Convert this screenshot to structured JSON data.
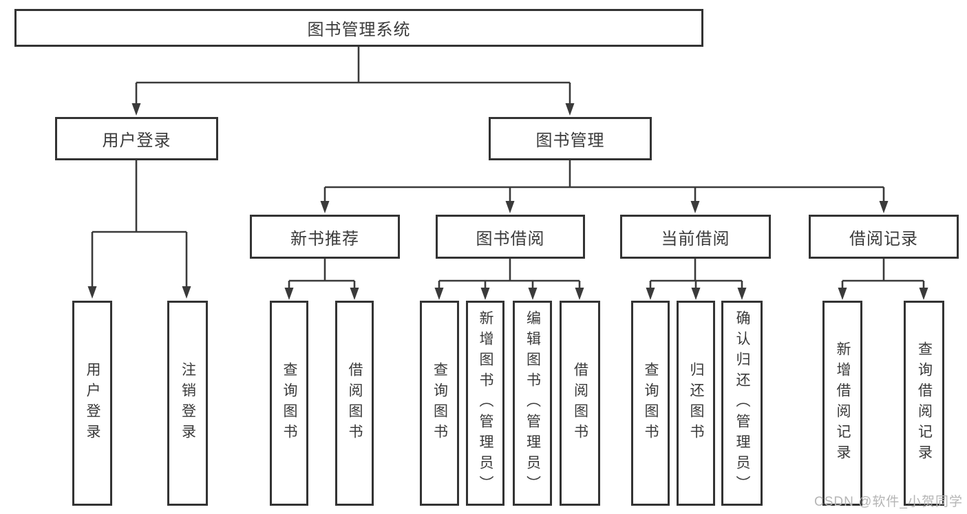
{
  "diagram": {
    "title": "图书管理系统",
    "level1": [
      {
        "label": "用户登录",
        "children": [
          {
            "label": "用户登录"
          },
          {
            "label": "注销登录"
          }
        ]
      },
      {
        "label": "图书管理",
        "children": [
          {
            "label": "新书推荐",
            "children": [
              {
                "label": "查询图书"
              },
              {
                "label": "借阅图书"
              }
            ]
          },
          {
            "label": "图书借阅",
            "children": [
              {
                "label": "查询图书"
              },
              {
                "label": "新增图书（管理员）"
              },
              {
                "label": "编辑图书（管理员）"
              },
              {
                "label": "借阅图书"
              }
            ]
          },
          {
            "label": "当前借阅",
            "children": [
              {
                "label": "查询图书"
              },
              {
                "label": "归还图书"
              },
              {
                "label": "确认归还（管理员）"
              }
            ]
          },
          {
            "label": "借阅记录",
            "children": [
              {
                "label": "新增借阅记录"
              },
              {
                "label": "查询借阅记录"
              }
            ]
          }
        ]
      }
    ]
  },
  "watermark": {
    "text": "CSDN @软件_小贺同学"
  },
  "colors": {
    "line": "#3a3a3a",
    "box_border": "#333333",
    "box_fill": "#ffffff",
    "text": "#3a3a3a",
    "watermark": "#b5b5b5"
  }
}
